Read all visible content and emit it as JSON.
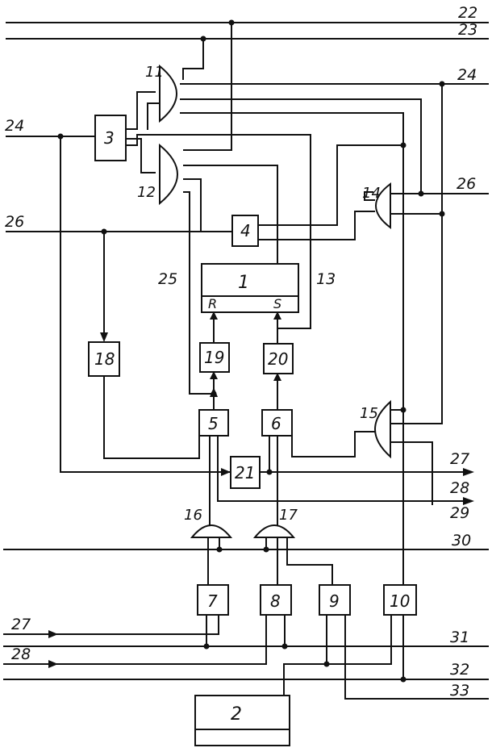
{
  "blocks": [
    {
      "id": "b1",
      "label": "1"
    },
    {
      "id": "b1r",
      "label": "R"
    },
    {
      "id": "b1s",
      "label": "S"
    },
    {
      "id": "b2",
      "label": "2"
    },
    {
      "id": "b3",
      "label": "3"
    },
    {
      "id": "b4",
      "label": "4"
    },
    {
      "id": "b5",
      "label": "5"
    },
    {
      "id": "b6",
      "label": "6"
    },
    {
      "id": "b7",
      "label": "7"
    },
    {
      "id": "b8",
      "label": "8"
    },
    {
      "id": "b9",
      "label": "9"
    },
    {
      "id": "b10",
      "label": "10"
    },
    {
      "id": "b18",
      "label": "18"
    },
    {
      "id": "b19",
      "label": "19"
    },
    {
      "id": "b20",
      "label": "20"
    },
    {
      "id": "b21",
      "label": "21"
    }
  ],
  "gates": [
    {
      "id": "g11",
      "label": "11"
    },
    {
      "id": "g12",
      "label": "12"
    },
    {
      "id": "g14",
      "label": "14"
    },
    {
      "id": "g15",
      "label": "15"
    },
    {
      "id": "g16",
      "label": "16"
    },
    {
      "id": "g17",
      "label": "17"
    }
  ],
  "line_labels": [
    {
      "id": "l22",
      "label": "22"
    },
    {
      "id": "l23",
      "label": "23"
    },
    {
      "id": "l24r",
      "label": "24"
    },
    {
      "id": "l24l",
      "label": "24"
    },
    {
      "id": "l26r",
      "label": "26"
    },
    {
      "id": "l26l",
      "label": "26"
    },
    {
      "id": "l25",
      "label": "25"
    },
    {
      "id": "l13",
      "label": "13"
    },
    {
      "id": "l27r",
      "label": "27"
    },
    {
      "id": "l28r",
      "label": "28"
    },
    {
      "id": "l29",
      "label": "29"
    },
    {
      "id": "l30",
      "label": "30"
    },
    {
      "id": "l27l",
      "label": "27"
    },
    {
      "id": "l31",
      "label": "31"
    },
    {
      "id": "l28l",
      "label": "28"
    },
    {
      "id": "l32",
      "label": "32"
    },
    {
      "id": "l33",
      "label": "33"
    }
  ]
}
